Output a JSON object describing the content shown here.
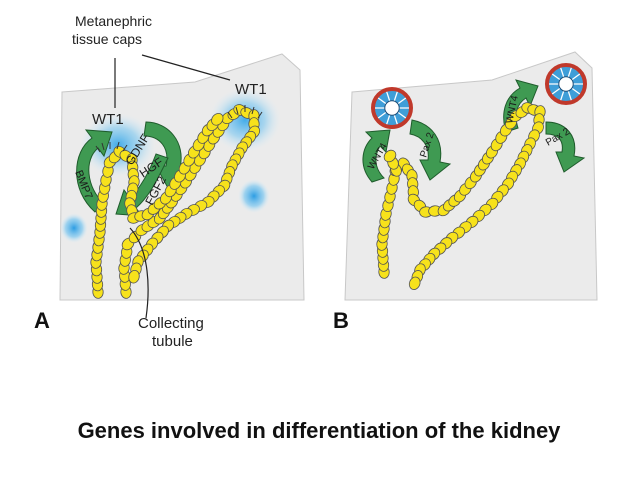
{
  "labels": {
    "tissue_caps": [
      "Metanephric",
      "tissue caps"
    ],
    "wt1_left": "WT1",
    "wt1_right": "WT1",
    "gdnf": "GDNF",
    "hgf": "HGF",
    "fgf2": "FGF2",
    "bmp7": "BMP7",
    "collecting": [
      "Collecting",
      "tubule"
    ],
    "wnt4_left": "WNT4",
    "pax2_left": "Pax 2",
    "wnt4_right": "WNT4",
    "pax2_right": "Pax 2"
  },
  "panels": {
    "a": "A",
    "b": "B"
  },
  "caption": "Genes involved in differentiation of the kidney",
  "colors": {
    "tissue": "#ebebeb",
    "glow": "#3aa8e8",
    "bead": "#f7e21b",
    "bead_outline": "#555555",
    "arrow": "#3f9a52",
    "arrow_outline": "#1f5c2c",
    "vesicle_ring": "#c0392b",
    "vesicle_fill": "#3f9ed8"
  },
  "icons": {
    "vesicle": "renal-vesicle-icon",
    "arrow": "curved-arrow-icon"
  }
}
